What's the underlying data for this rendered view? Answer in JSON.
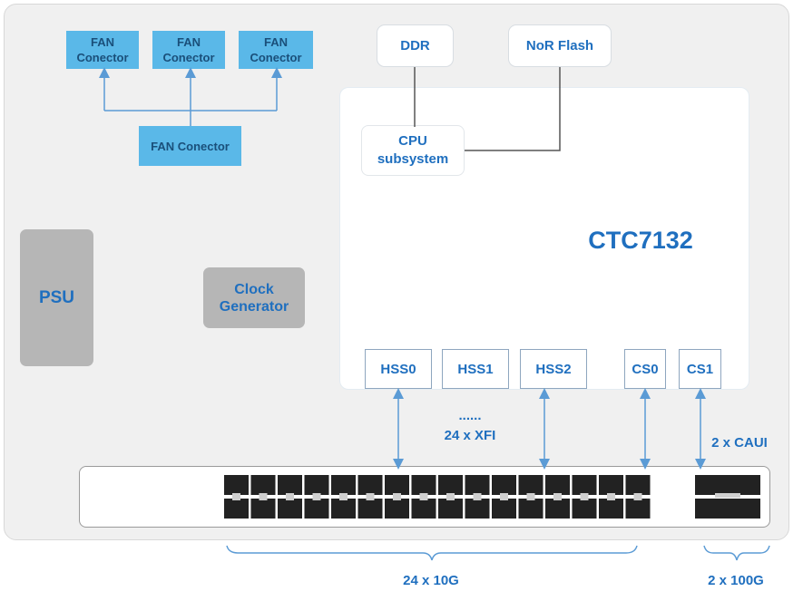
{
  "fans": {
    "top": [
      "FAN\nConector",
      "FAN\nConector",
      "FAN\nConector"
    ],
    "hub": "FAN Conector"
  },
  "memory": {
    "ddr": "DDR",
    "flash": "NoR Flash"
  },
  "cpu": "CPU\nsubsystem",
  "chip": "CTC7132",
  "psu": "PSU",
  "clock": "Clock\nGenerator",
  "ports": [
    "HSS0",
    "HSS1",
    "HSS2",
    "CS0",
    "CS1"
  ],
  "labels": {
    "dots": "......",
    "xfi": "24 x XFI",
    "caui": "2 x CAUI",
    "ten_g": "24 x 10G",
    "hundred_g": "2 x 100G"
  },
  "colors": {
    "accent": "#1f6fbf",
    "fan": "#5ab8e8",
    "arrow": "#5b9bd5",
    "port_dark": "#222222"
  }
}
